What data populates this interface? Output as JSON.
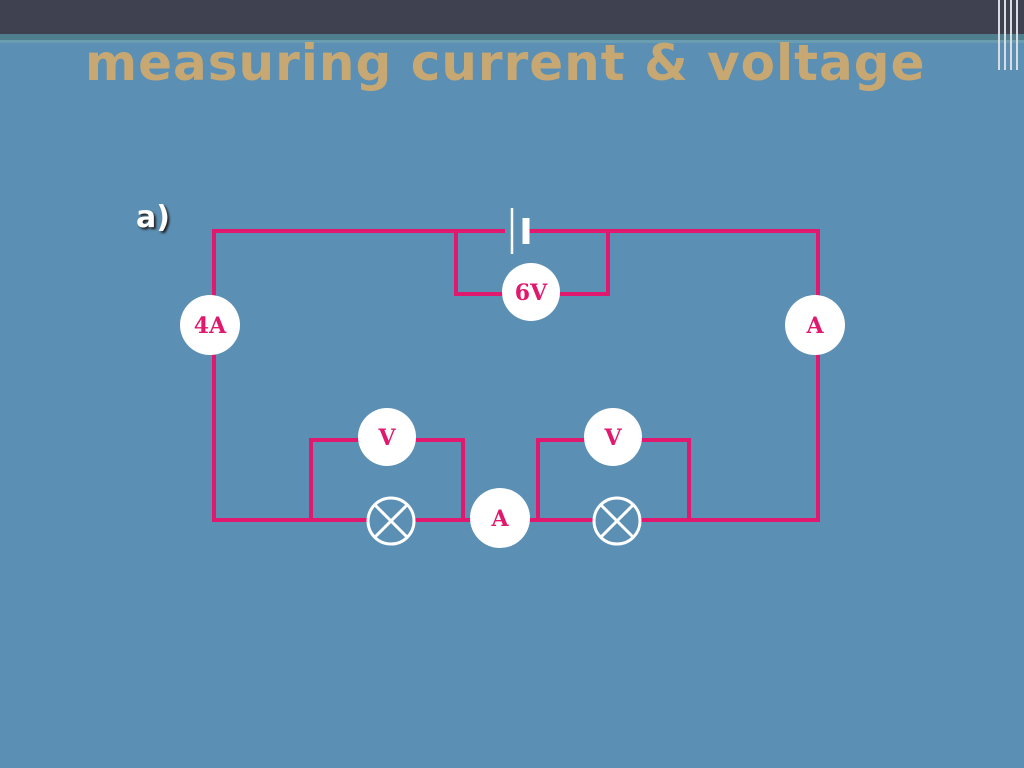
{
  "slide": {
    "title": "measuring current & voltage",
    "part_label": "a)"
  },
  "colors": {
    "background": "#5b8fb4",
    "wire": "#e0196e",
    "meter_fill": "#ffffff",
    "title": "#c8a872"
  },
  "meters": {
    "battery_voltmeter": "6V",
    "left_ammeter": "4A",
    "right_ammeter": "A",
    "middle_ammeter": "A",
    "left_lamp_voltmeter": "V",
    "right_lamp_voltmeter": "V"
  }
}
